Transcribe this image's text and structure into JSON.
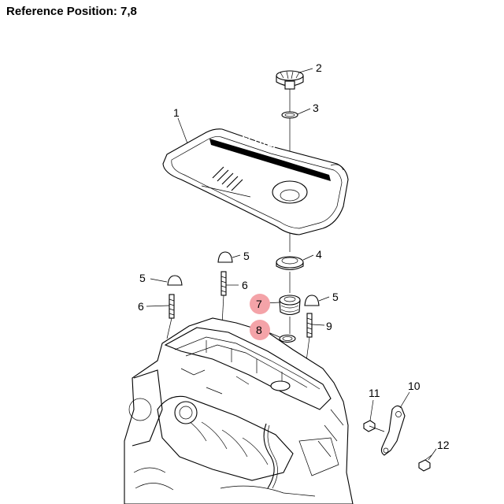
{
  "header": {
    "title": "Reference Position: 7,8"
  },
  "callouts": [
    {
      "id": "c1",
      "label": "1",
      "highlighted": false
    },
    {
      "id": "c2",
      "label": "2",
      "highlighted": false
    },
    {
      "id": "c3",
      "label": "3",
      "highlighted": false
    },
    {
      "id": "c4",
      "label": "4",
      "highlighted": false
    },
    {
      "id": "c5a",
      "label": "5",
      "highlighted": false
    },
    {
      "id": "c5b",
      "label": "5",
      "highlighted": false
    },
    {
      "id": "c5c",
      "label": "5",
      "highlighted": false
    },
    {
      "id": "c6a",
      "label": "6",
      "highlighted": false
    },
    {
      "id": "c6b",
      "label": "6",
      "highlighted": false
    },
    {
      "id": "c7",
      "label": "7",
      "highlighted": true
    },
    {
      "id": "c8",
      "label": "8",
      "highlighted": true
    },
    {
      "id": "c9",
      "label": "9",
      "highlighted": false
    },
    {
      "id": "c10",
      "label": "10",
      "highlighted": false
    },
    {
      "id": "c11",
      "label": "11",
      "highlighted": false
    },
    {
      "id": "c12",
      "label": "12",
      "highlighted": false
    }
  ],
  "cover_logo": "ECOTEC",
  "colors": {
    "highlight": "#f4a3a8",
    "line": "#000000",
    "background": "#ffffff"
  }
}
